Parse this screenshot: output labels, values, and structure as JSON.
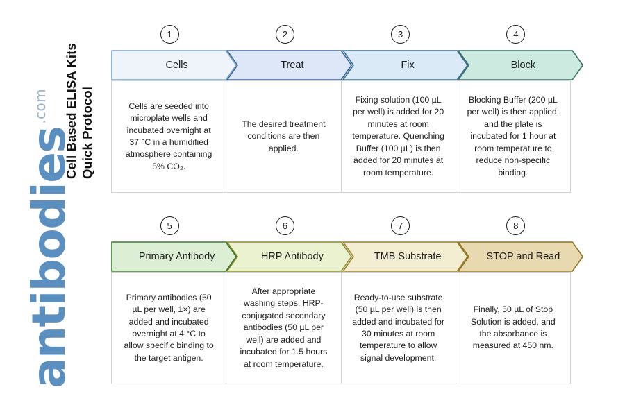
{
  "title": {
    "line1": "Cell Based ELISA Kits",
    "line2": "Quick Protocol"
  },
  "logo": {
    "name": "antibodies",
    "suffix": ".com",
    "color": "#5b8fc0"
  },
  "rows": [
    {
      "id": "row-top",
      "steps": [
        {
          "number": "1",
          "label": "Cells",
          "body": "Cells are seeded into microplate wells and incubated overnight at 37 °C in a humidified atmosphere containing 5% CO₂.",
          "fill": "#eff4fb",
          "stroke": "#7ba3c8"
        },
        {
          "number": "2",
          "label": "Treat",
          "body": "The desired treatment conditions are then applied.",
          "fill": "#dee7f7",
          "stroke": "#3c6596"
        },
        {
          "number": "3",
          "label": "Fix",
          "body": "Fixing solution (100 µL per well) is added for 20 minutes at room temperature. Quenching Buffer (100 µL) is then added for 20 minutes at room temperature.",
          "fill": "#daeaf6",
          "stroke": "#3e6f92"
        },
        {
          "number": "4",
          "label": "Block",
          "body": "Blocking Buffer (200 µL per well) is then applied, and the plate is incubated for 1 hour at room temperature to reduce non-specific binding.",
          "fill": "#cdeae0",
          "stroke": "#3f6f6b"
        }
      ]
    },
    {
      "id": "row-bottom",
      "steps": [
        {
          "number": "5",
          "label": "Primary Antibody",
          "body": "Primary antibodies (50 µL per well, 1×) are added and incubated overnight at 4 °C to allow specific binding to the target antigen.",
          "fill": "#dcefd4",
          "stroke": "#3e7a2e"
        },
        {
          "number": "6",
          "label": "HRP Antibody",
          "body": "After appropriate washing steps, HRP-conjugated secondary antibodies (50 µL per well) are added and incubated for 1.5 hours at room temperature.",
          "fill": "#eaf2cf",
          "stroke": "#8a8a2e"
        },
        {
          "number": "7",
          "label": "TMB Substrate",
          "body": "Ready-to-use substrate (50 µL per well) is then added and incubated for 30 minutes at room temperature to allow signal development.",
          "fill": "#f3edd2",
          "stroke": "#97802c"
        },
        {
          "number": "8",
          "label": "STOP and Read",
          "body": "Finally, 50 µL of Stop Solution is added, and the absorbance is measured at 450 nm.",
          "fill": "#e9d9b0",
          "stroke": "#8d7324"
        }
      ]
    }
  ]
}
